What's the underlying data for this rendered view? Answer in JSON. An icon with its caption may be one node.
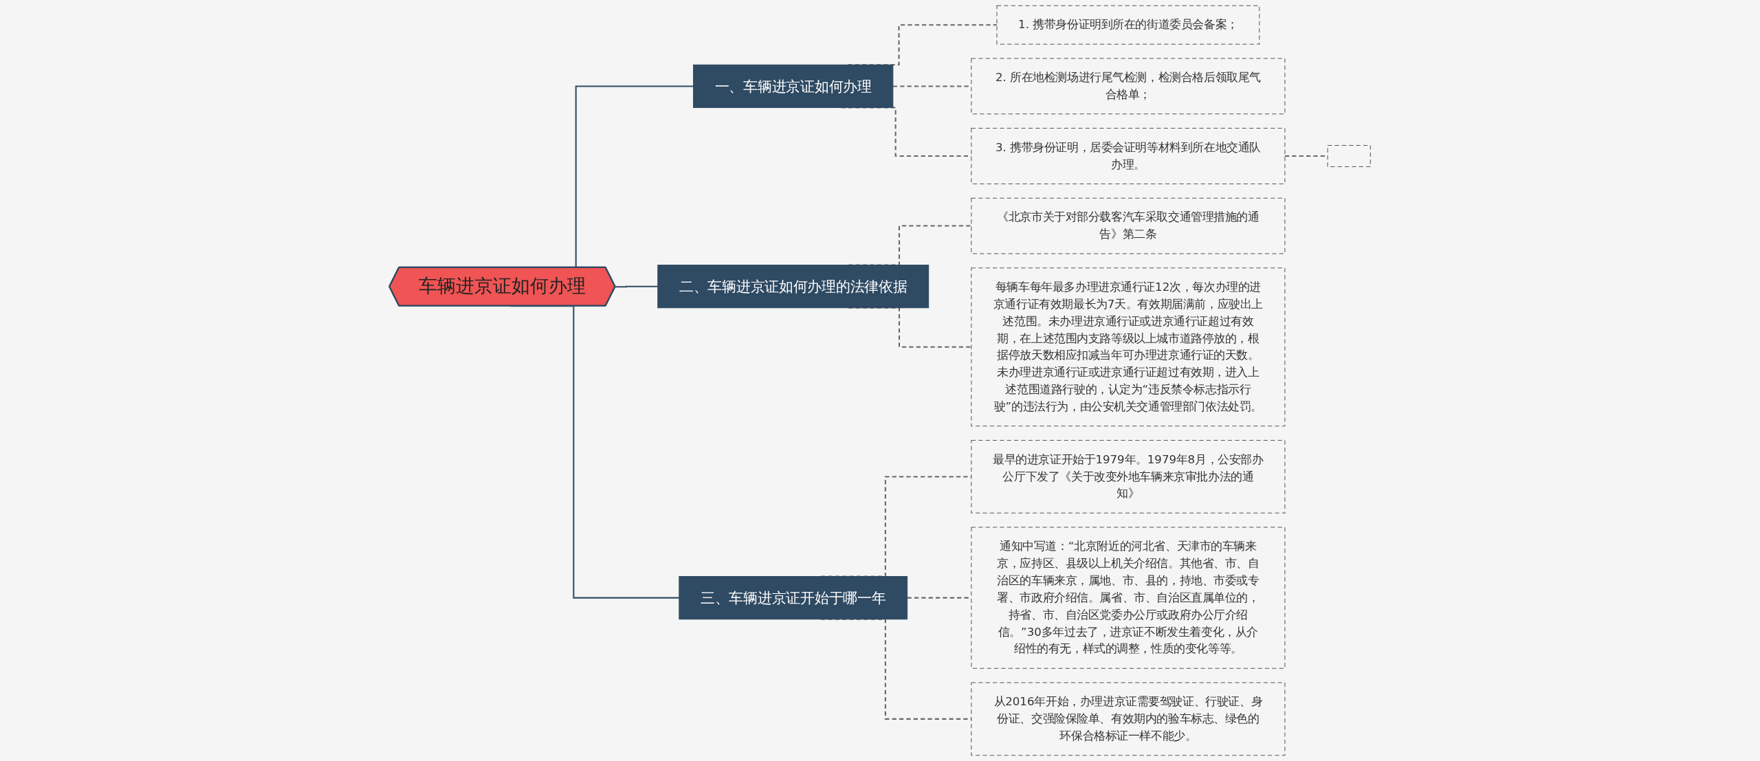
{
  "diagram": {
    "nodes": [
      {
        "text": [
          "车辆进京证如何办理"
        ]
      },
      {
        "text": [
          "一、车辆进京证如何办理"
        ]
      },
      {
        "text": [
          "1. 携带身份证明到所在的街道委员会备案；"
        ]
      },
      {
        "text": [
          "2. 所在地检测场进行尾气检测，检测合格后领取尾气合格单；"
        ]
      },
      {
        "text": [
          "3. 携带身份证明，居委会证明等材料到所在地交通队办理。"
        ]
      },
      {
        "text": [],
        "shape": "box"
      },
      {
        "text": [
          "二、车辆进京证如何办理的法律依据"
        ]
      },
      {
        "text": [
          "《北京市关于对部分载客汽车采取交通管理措施的通告》第二条"
        ]
      },
      {
        "text": [
          "每辆车每年最多办理进京通行证12次，每次办理的进京通行证有效期最长为7天。有效期届满前，应驶出上述范围。未办理进京通行证或进京通行证超过有效期，在上述范围内支路等级以上城市道路停放的，根据停放天数相应扣减当年可办理进京通行证的天数。未办理进京通行证或进京通行证超过有效期，进入上述范围道路行驶的，认定为“违反禁令标志指示行驶”的违法行为，由公安机关交通管理部门依法处罚。"
        ]
      },
      {
        "text": [
          "三、车辆进京证开始于哪一年"
        ]
      },
      {
        "text": [
          "最早的进京证开始于1979年。1979年8月，公安部办公厅下发了《关于改变外地车辆来京审批办法的通知》"
        ]
      },
      {
        "text": [
          "通知中写道：“北京附近的河北省、天津市的车辆来京，应持区、县级以上机关介绍信。其他省、市、自治区的车辆来京，属地、市、县的，持地、市委或专署、市政府介绍信。属省、市、自治区直属单位的，持省、市、自治区党委办公厅或政府办公厅介绍信。”30多年过去了，进京证不断发生着变化，从介绍性的有无，样式的调整，性质的变化等等。"
        ]
      },
      {
        "text": [
          "从2016年开始，办理进京证需要驾驶证、行驶证、身份证、交强险保险单、有效期内的验车标志、绿色的环保合格标证一样不能少。"
        ]
      }
    ],
    "edges": [
      {
        "from": 0,
        "to": 1,
        "arrow": "none"
      },
      {
        "from": 1,
        "to": 2,
        "arrow": "none",
        "style": "dashed"
      },
      {
        "from": 1,
        "to": 3,
        "arrow": "none",
        "style": "dashed"
      },
      {
        "from": 1,
        "to": 4,
        "arrow": "none",
        "style": "dashed"
      },
      {
        "from": 4,
        "to": 5,
        "arrow": "none",
        "style": "dashed"
      },
      {
        "from": 0,
        "to": 6,
        "arrow": "none"
      },
      {
        "from": 6,
        "to": 7,
        "arrow": "none",
        "style": "dashed"
      },
      {
        "from": 6,
        "to": 8,
        "arrow": "none",
        "style": "dashed"
      },
      {
        "from": 0,
        "to": 9,
        "arrow": "none"
      },
      {
        "from": 9,
        "to": 10,
        "arrow": "none",
        "style": "dashed"
      },
      {
        "from": 9,
        "to": 11,
        "arrow": "none",
        "style": "dashed"
      },
      {
        "from": 9,
        "to": 12,
        "arrow": "none",
        "style": "dashed"
      }
    ]
  }
}
